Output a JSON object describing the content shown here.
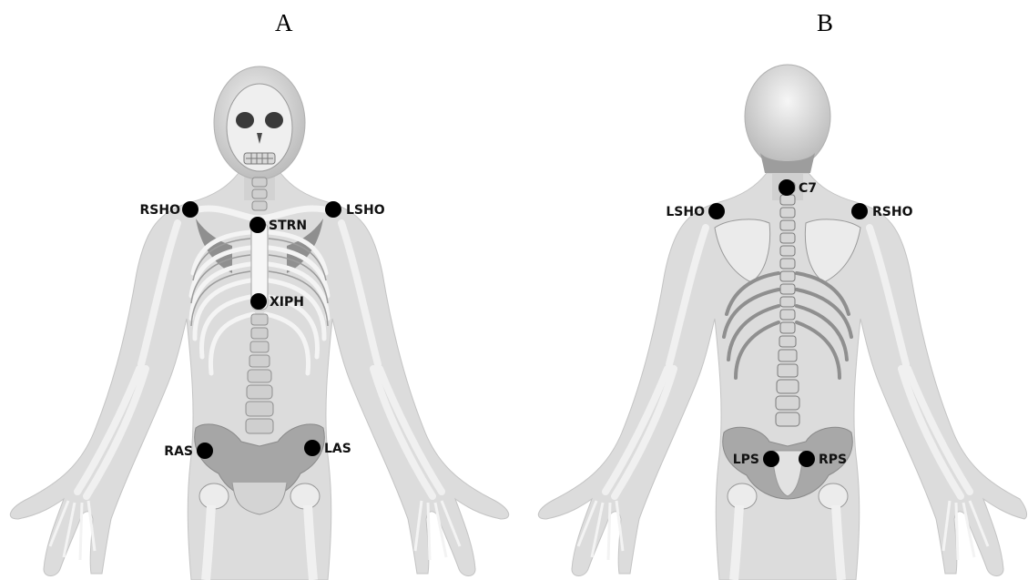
{
  "panels": {
    "front": {
      "label": "A",
      "markers": {
        "rsho": "RSHO",
        "lsho": "LSHO",
        "strn": "STRN",
        "xiph": "XIPH",
        "ras": "RAS",
        "las": "LAS"
      }
    },
    "back": {
      "label": "B",
      "markers": {
        "c7": "C7",
        "lsho": "LSHO",
        "rsho": "RSHO",
        "lps": "LPS",
        "rps": "RPS"
      }
    }
  },
  "colors": {
    "body": "#dcdcdc",
    "bone": "#f2f2f2",
    "shade": "#a9a9a9",
    "marker": "#000000"
  }
}
